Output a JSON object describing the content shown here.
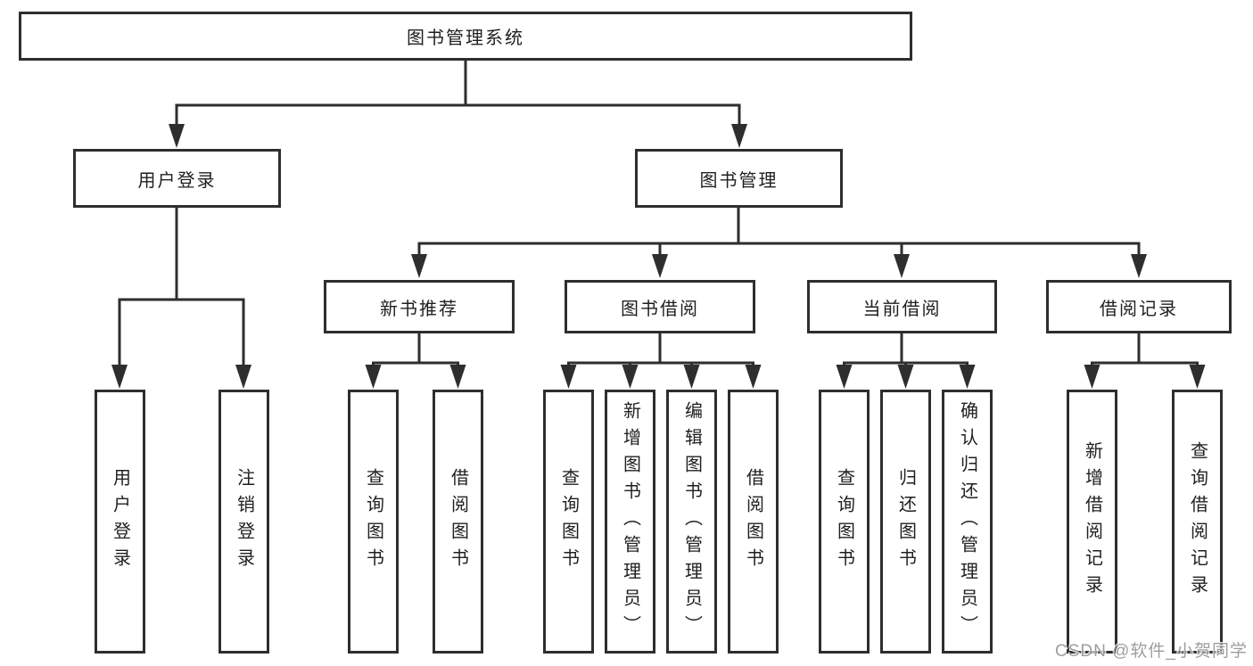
{
  "tree": {
    "root": {
      "label": "图书管理系统"
    },
    "children": [
      {
        "label": "用户登录",
        "leaves": [
          "用户登录",
          "注销登录"
        ]
      },
      {
        "label": "图书管理",
        "children": [
          {
            "label": "新书推荐",
            "leaves": [
              "查询图书",
              "借阅图书"
            ]
          },
          {
            "label": "图书借阅",
            "leaves": [
              "查询图书",
              "新增图书（管理员）",
              "编辑图书（管理员）",
              "借阅图书"
            ]
          },
          {
            "label": "当前借阅",
            "leaves": [
              "查询图书",
              "归还图书",
              "确认归还（管理员）"
            ]
          },
          {
            "label": "借阅记录",
            "leaves": [
              "新增借阅记录",
              "查询借阅记录"
            ]
          }
        ]
      }
    ]
  },
  "watermark": {
    "text": "CSDN @软件_小贺同学"
  },
  "colors": {
    "line": "#2e2e2e",
    "box_border": "#2e2e2e",
    "text": "#1f1f1f",
    "background": "#ffffff",
    "watermark_text": "#9e9e9e"
  }
}
